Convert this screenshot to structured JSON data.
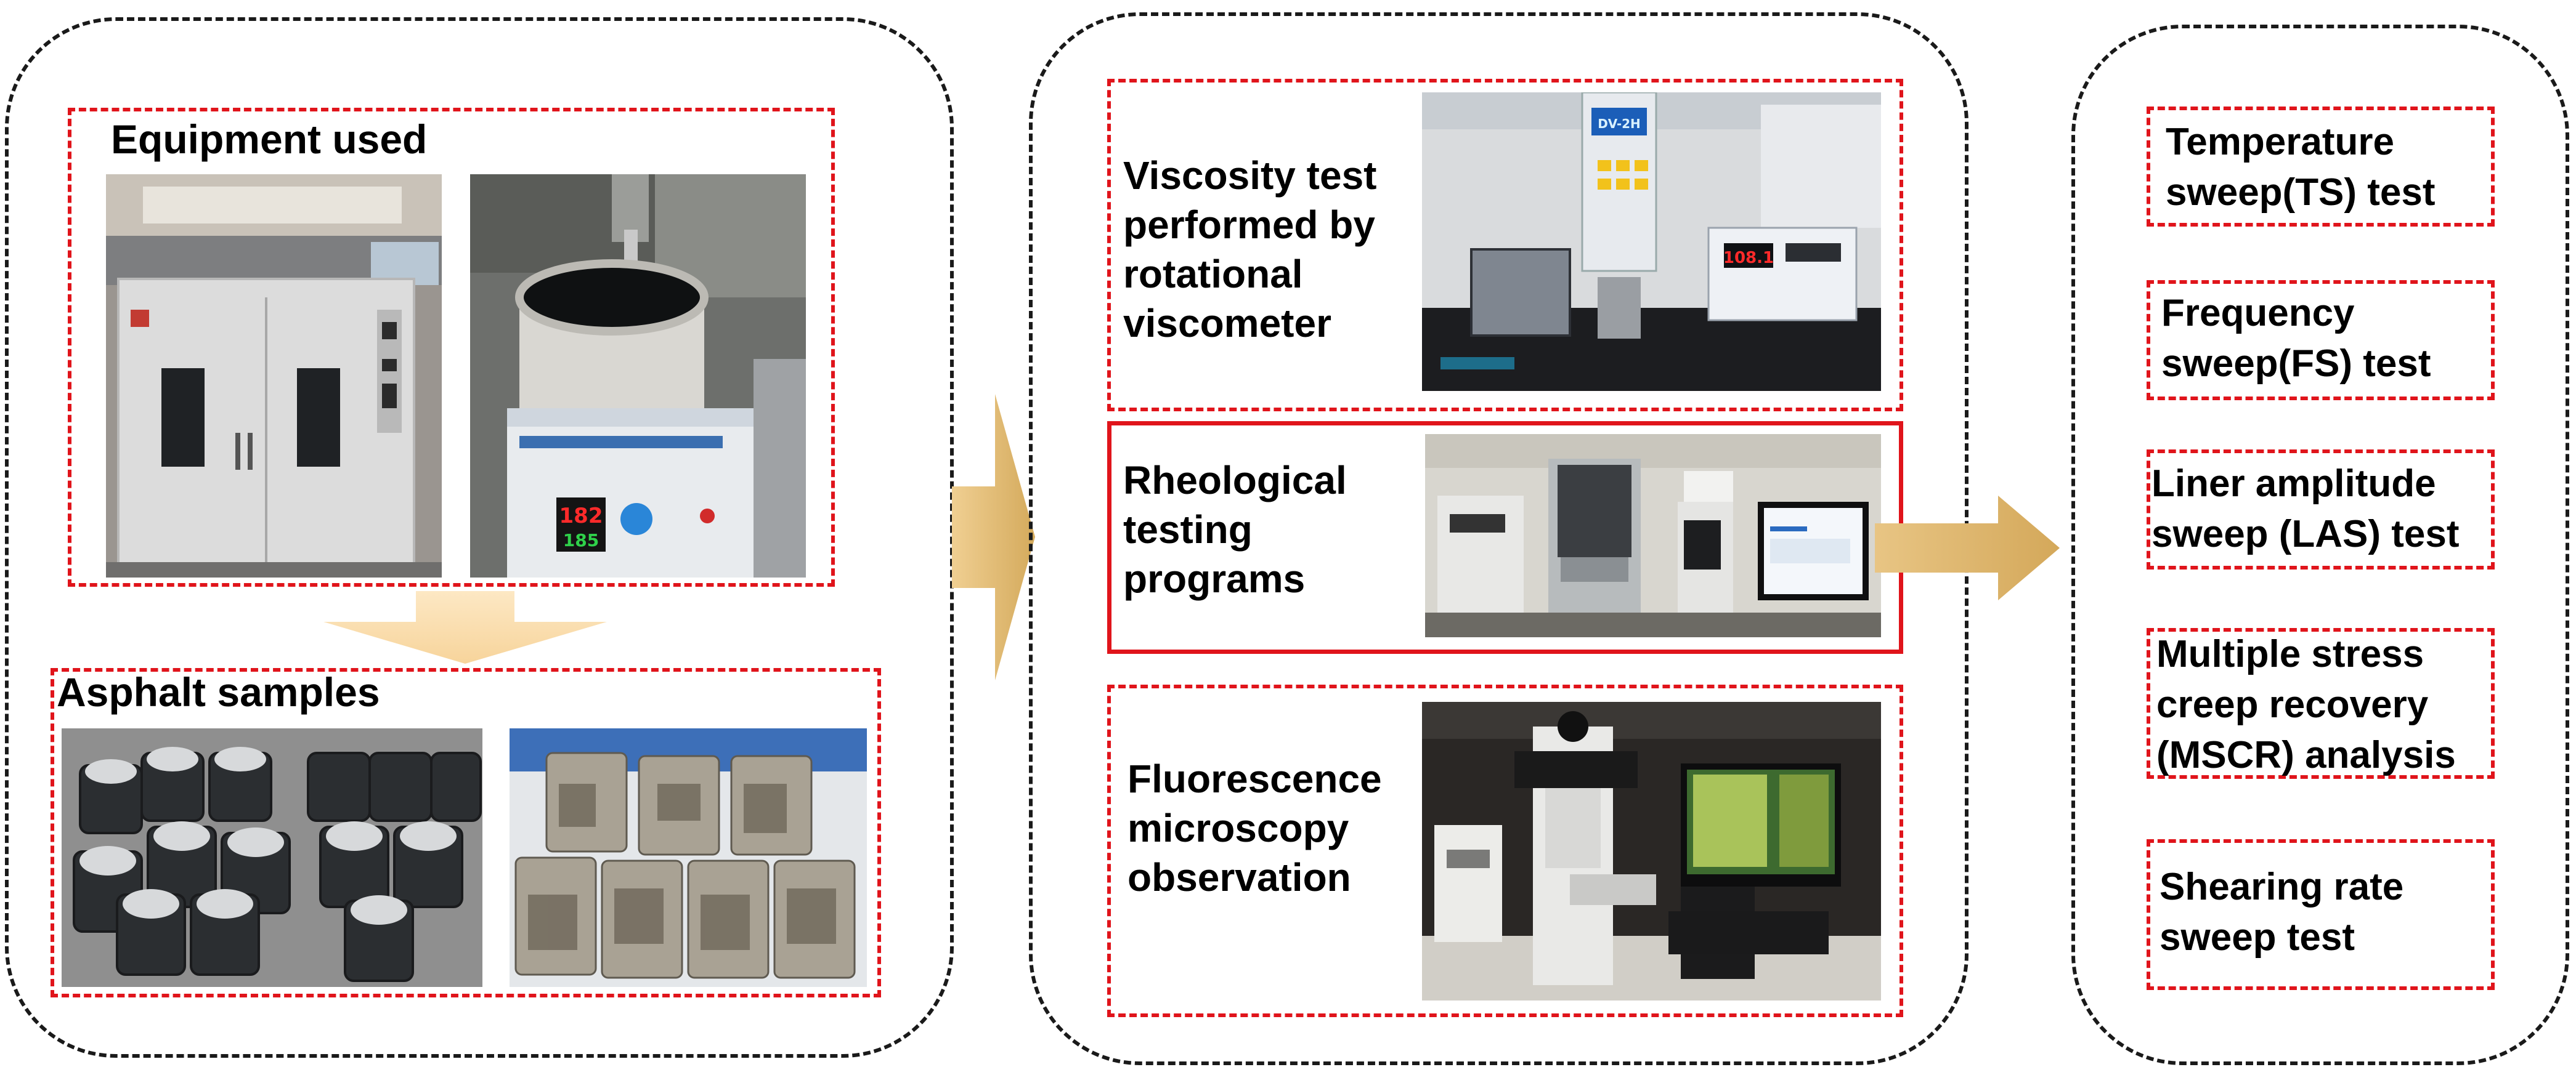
{
  "panels": {
    "left": {
      "equipment_title": "Equipment used",
      "samples_title": "Asphalt samples",
      "photos": {
        "oven": "drying-oven-photo",
        "mixer": "high-shear-mixer-photo",
        "mixer_display_top": "182",
        "mixer_display_bottom": "185",
        "black_cans": "black-asphalt-cans-photo",
        "silver_cans": "silver-asphalt-cans-photo"
      }
    },
    "middle": {
      "viscosity_label": "Viscosity test performed by rotational viscometer",
      "viscosity_lines": [
        "Viscosity test",
        "performed by",
        "rotational",
        "viscometer"
      ],
      "rheology_lines": [
        "Rheological",
        "testing",
        "programs"
      ],
      "fluorescence_lines": [
        "Fluorescence",
        "microscopy",
        "observation"
      ],
      "viscometer_display": "DV-2H",
      "controller_display": "108.1"
    },
    "right": {
      "tests": [
        [
          "Temperature",
          "sweep(TS) test"
        ],
        [
          "Frequency",
          "sweep(FS) test"
        ],
        [
          "Liner amplitude",
          "sweep (LAS) test"
        ],
        [
          "Multiple stress",
          "creep recovery",
          "(MSCR) analysis"
        ],
        [
          "Shearing rate",
          "sweep test"
        ]
      ]
    }
  },
  "colors": {
    "dash_red": "#e0141b",
    "panel_border": "#1a1a1a",
    "arrow_gold": "#d9b26a",
    "arrow_light": "#fbe3b8"
  }
}
